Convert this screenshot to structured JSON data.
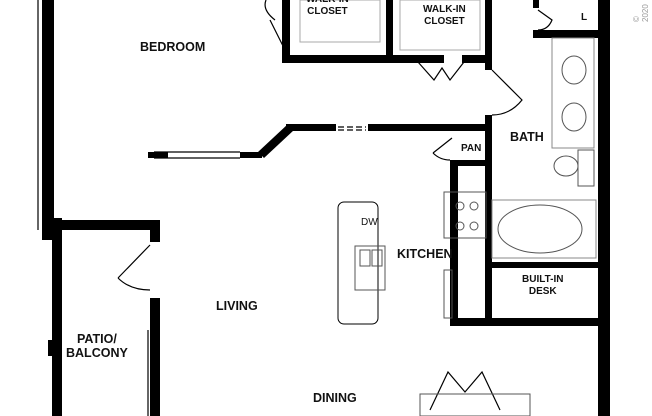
{
  "rooms": {
    "closet1": "WALK-IN\nCLOSET",
    "closet2": "WALK-IN\nCLOSET",
    "bedroom": "BEDROOM",
    "laundry": "L",
    "bath": "BATH",
    "pantry": "PAN",
    "dishwasher": "DW",
    "kitchen": "KITCHEN",
    "desk": "BUILT-IN\nDESK",
    "living": "LIVING",
    "patio": "PATIO/\nBALCONY",
    "dining": "DINING"
  },
  "copyright": "© 2020",
  "colors": {
    "wall": "#000000",
    "fixture": "#888888"
  }
}
